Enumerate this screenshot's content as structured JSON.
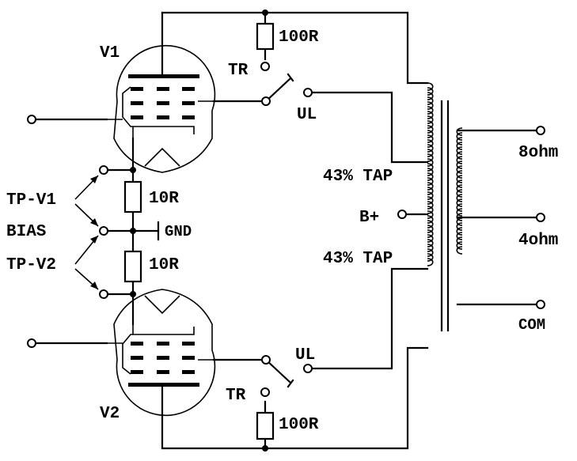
{
  "tubes": {
    "top": "V1",
    "bottom": "V2"
  },
  "resistors": {
    "plate_top": "100R",
    "plate_bottom": "100R",
    "cathode_top": "10R",
    "cathode_bottom": "10R"
  },
  "terminals": {
    "tr_top": "TR",
    "tr_bottom": "TR",
    "ul_top": "UL",
    "ul_bottom": "UL",
    "tp_v1": "TP-V1",
    "bias": "BIAS",
    "tp_v2": "TP-V2",
    "gnd": "GND"
  },
  "transformer": {
    "tap_top": "43% TAP",
    "tap_bottom": "43% TAP",
    "b_plus": "B+",
    "out_8": "8ohm",
    "out_4": "4ohm",
    "out_com": "COM"
  }
}
